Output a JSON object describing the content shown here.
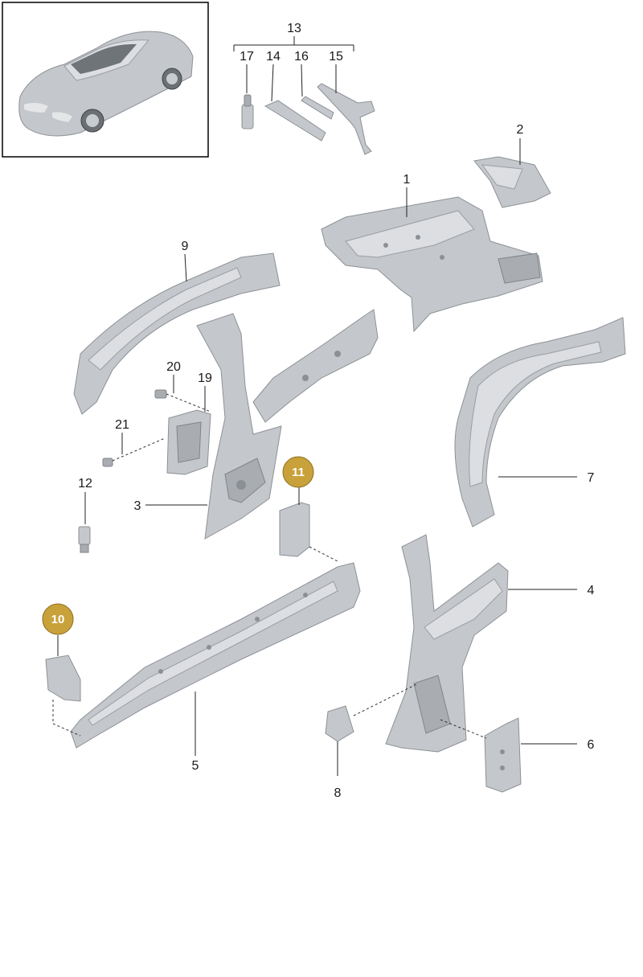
{
  "diagram": {
    "callouts": {
      "c1": "1",
      "c2": "2",
      "c3": "3",
      "c4": "4",
      "c5": "5",
      "c6": "6",
      "c7": "7",
      "c8": "8",
      "c9": "9",
      "c10": "10",
      "c11": "11",
      "c12": "12",
      "c13": "13",
      "c14": "14",
      "c15": "15",
      "c16": "16",
      "c17": "17",
      "c19": "19",
      "c20": "20",
      "c21": "21"
    },
    "badge_color": "#c9a13a",
    "part_color": "#c4c7cb"
  }
}
